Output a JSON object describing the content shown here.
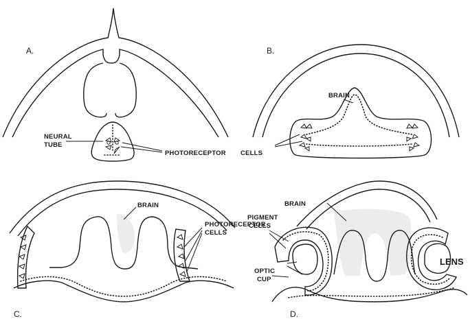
{
  "panels": {
    "a": {
      "letter": "A.",
      "labels": {
        "neural_tube_line1": "NEURAL",
        "neural_tube_line2": "TUBE",
        "photoreceptor": "PHOTORECEPTOR"
      }
    },
    "b": {
      "letter": "B.",
      "labels": {
        "brain": "BRAIN",
        "cells": "CELLS"
      }
    },
    "c": {
      "letter": "C.",
      "labels": {
        "brain": "BRAIN",
        "photoreceptor_line1": "PHOTORECEPTOR",
        "photoreceptor_line2": "CELLS"
      }
    },
    "d": {
      "letter": "D.",
      "labels": {
        "brain": "BRAIN",
        "pigment_line1": "PIGMENT",
        "pigment_line2": "CELLS",
        "optic_line1": "OPTIC",
        "optic_line2": "CUP",
        "lens": "LENS"
      }
    }
  }
}
